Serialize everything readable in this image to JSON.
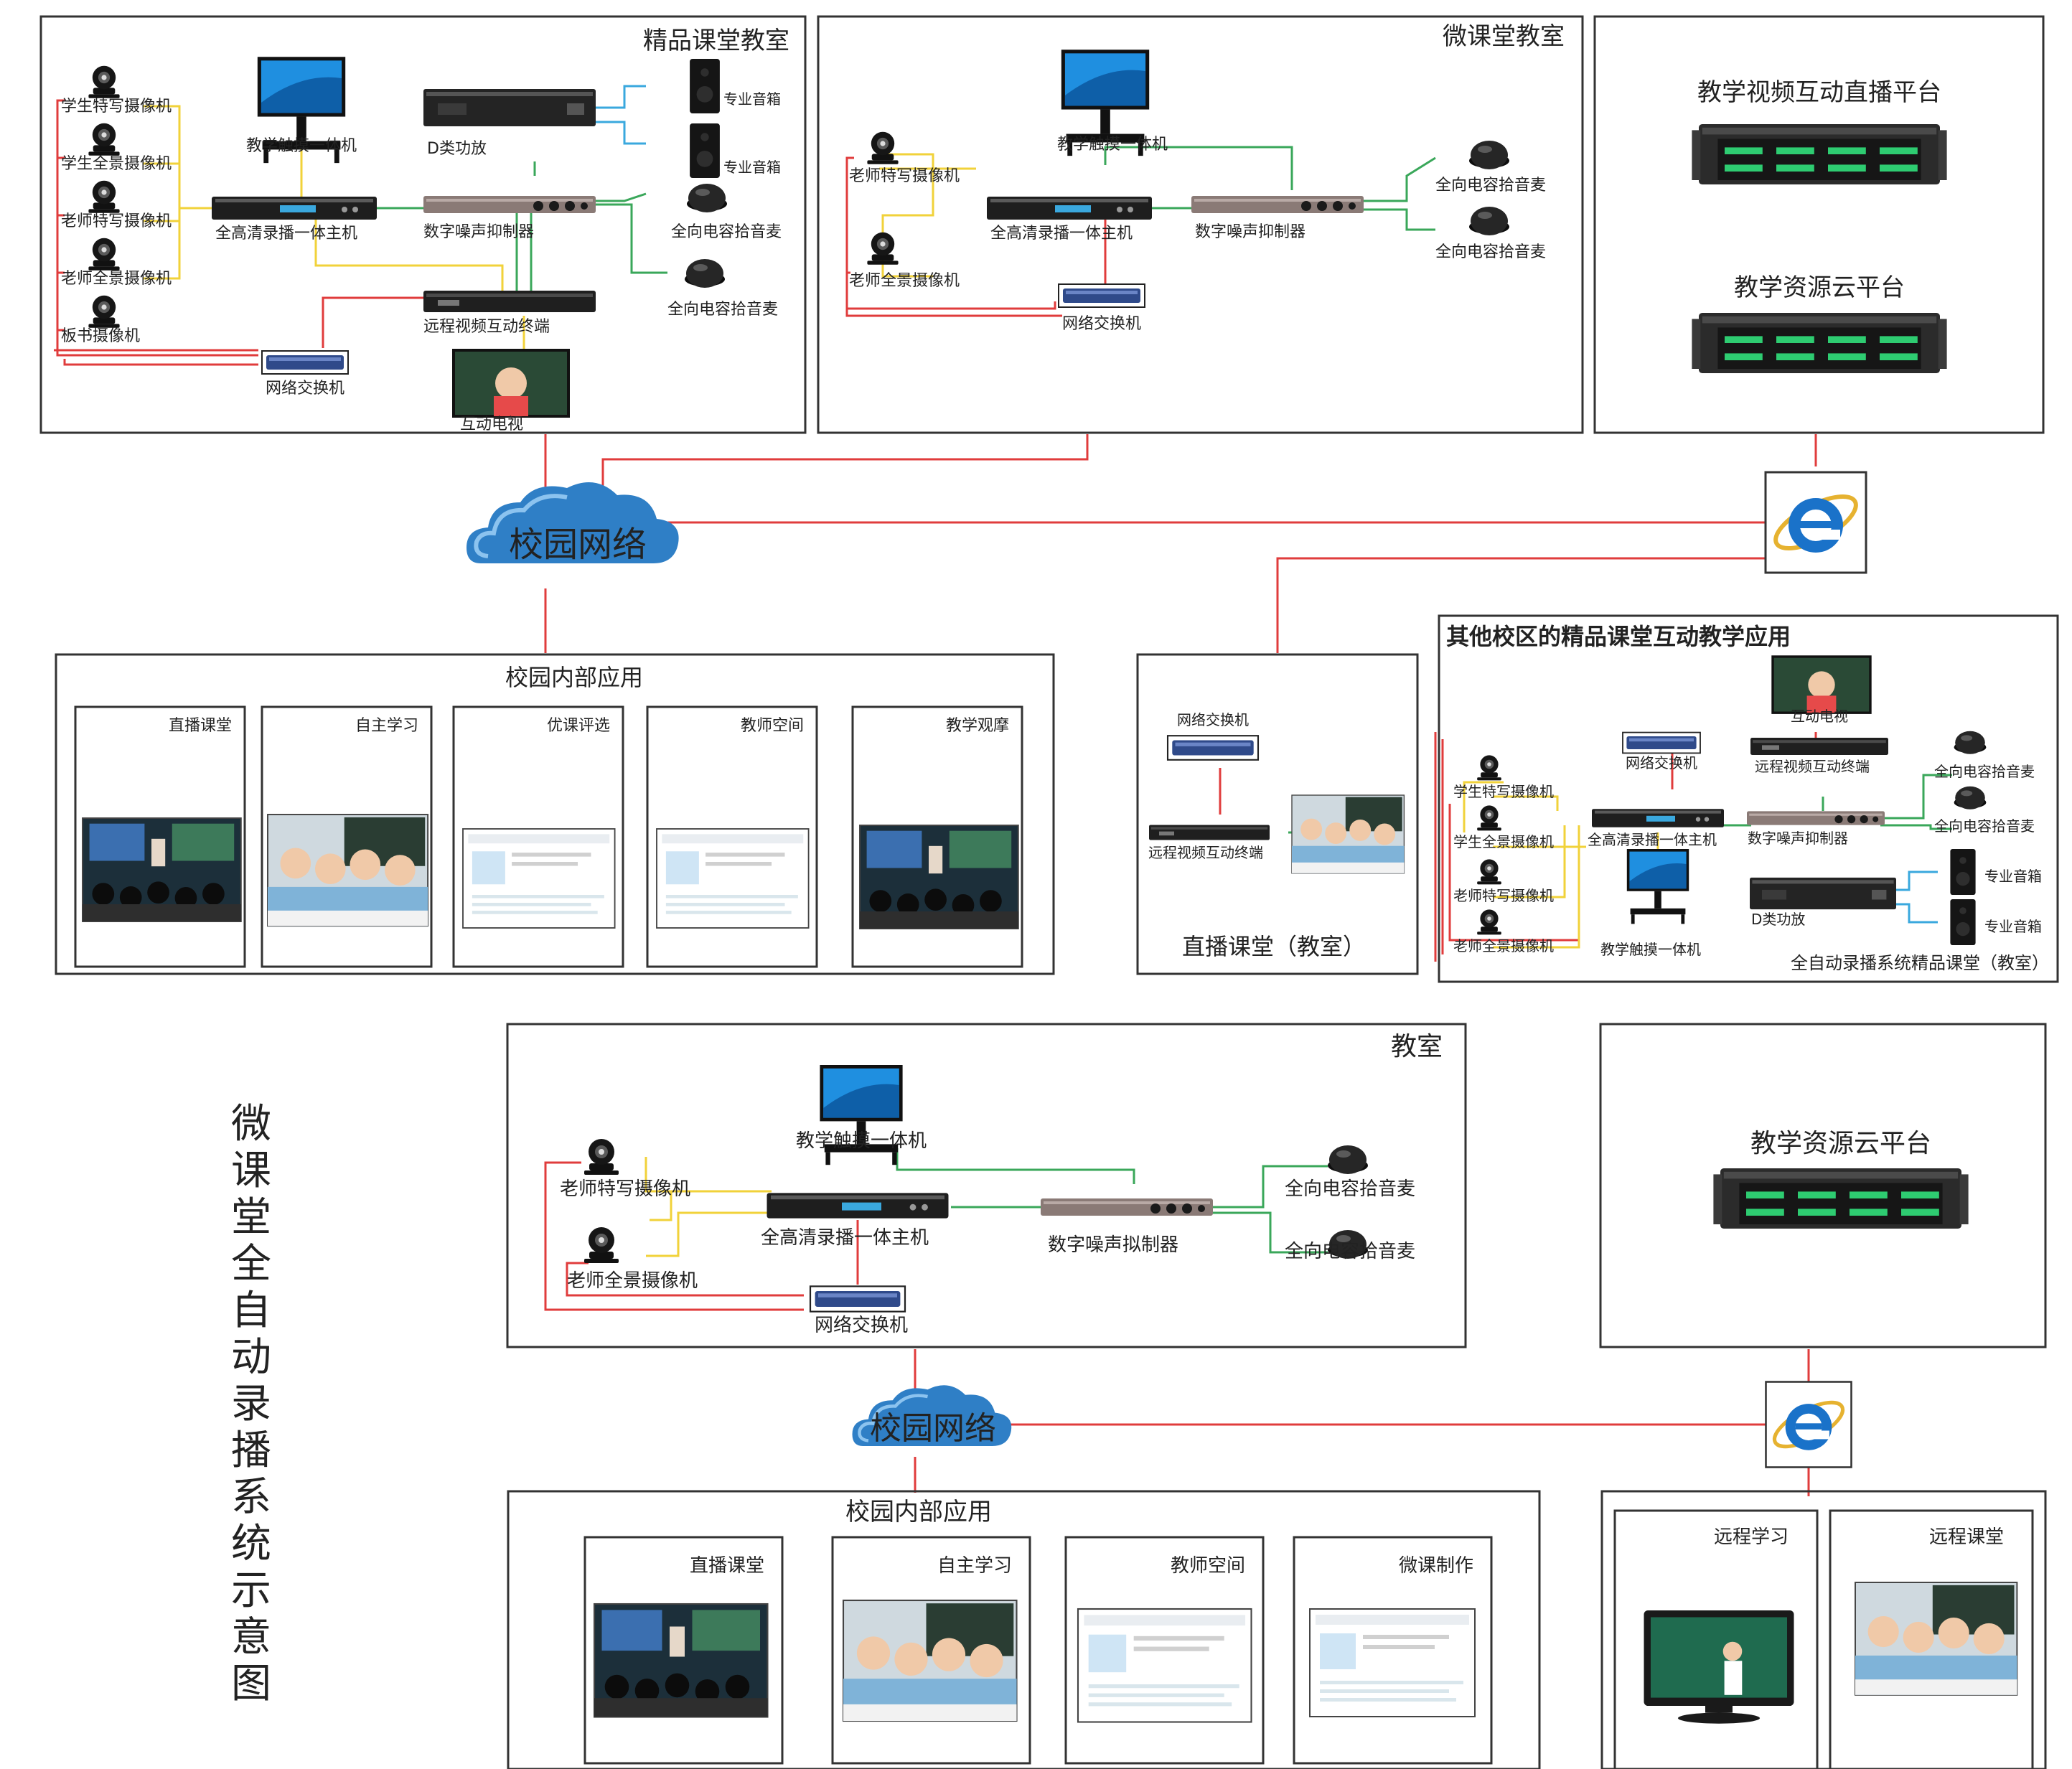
{
  "vertical_title": [
    "微",
    "课",
    "堂",
    "全",
    "自",
    "动",
    "录",
    "播",
    "系",
    "统",
    "示",
    "意",
    "图"
  ],
  "top": {
    "premium_classroom": {
      "title": "精品课堂教室",
      "cameras": [
        "学生特写摄像机",
        "学生全景摄像机",
        "老师特写摄像机",
        "老师全景摄像机",
        "板书摄像机"
      ],
      "touch_all_in_one": "教学触摸一体机",
      "amplifier": "D类功放",
      "speaker_1": "专业音箱",
      "speaker_2": "专业音箱",
      "recorder_host": "全高清录播一体主机",
      "noise_suppressor": "数字噪声抑制器",
      "mic_1": "全向电容拾音麦",
      "mic_2": "全向电容拾音麦",
      "remote_terminal": "远程视频互动终端",
      "switch": "网络交换机",
      "tv": "互动电视"
    },
    "micro_classroom": {
      "title": "微课堂教室",
      "touch_all_in_one": "教学触摸一体机",
      "camera_1": "老师特写摄像机",
      "camera_2": "老师全景摄像机",
      "recorder_host": "全高清录播一体主机",
      "noise_suppressor": "数字噪声抑制器",
      "mic_1": "全向电容拾音麦",
      "mic_2": "全向电容拾音麦",
      "switch": "网络交换机"
    },
    "platforms": {
      "live_platform": "教学视频互动直播平台",
      "cloud_platform": "教学资源云平台"
    },
    "campus_network": "校园网络",
    "internal_apps": {
      "title": "校园内部应用",
      "cards": [
        "直播课堂",
        "自主学习",
        "优课评选",
        "教师空间",
        "教学观摩"
      ]
    },
    "live_classroom": {
      "switch": "网络交换机",
      "terminal": "远程视频互动终端",
      "title": "直播课堂（教室）"
    },
    "other_campus": {
      "title": "其他校区的精品课堂互动教学应用",
      "tv": "互动电视",
      "switch": "网络交换机",
      "terminal": "远程视频互动终端",
      "cameras": [
        "学生特写摄像机",
        "学生全景摄像机",
        "老师特写摄像机",
        "老师全景摄像机"
      ],
      "recorder_host": "全高清录播一体主机",
      "noise_suppressor": "数字噪声抑制器",
      "mic_1": "全向电容拾音麦",
      "mic_2": "全向电容拾音麦",
      "speaker_1": "专业音箱",
      "speaker_2": "专业音箱",
      "amplifier": "D类功放",
      "touch_all_in_one": "教学触摸一体机",
      "footer": "全自动录播系统精品课堂（教室）"
    }
  },
  "bottom": {
    "classroom": {
      "title": "教室",
      "touch_all_in_one": "教学触摸一体机",
      "camera_1": "老师特写摄像机",
      "camera_2": "老师全景摄像机",
      "recorder_host": "全高清录播一体主机",
      "noise_suppressor": "数字噪声拟制器",
      "mic_1": "全向电容拾音麦",
      "mic_2": "全向电容拾音麦",
      "switch": "网络交换机"
    },
    "cloud_platform": "教学资源云平台",
    "campus_network": "校园网络",
    "internal_apps": {
      "title": "校园内部应用",
      "cards": [
        "直播课堂",
        "自主学习",
        "教师空间",
        "微课制作"
      ]
    },
    "remote": [
      "远程学习",
      "远程课堂"
    ]
  },
  "colors": {
    "network_line": "#e03c3c",
    "video_line": "#f1d23a",
    "audio_line": "#3aa75a",
    "speaker_line": "#3aa8de",
    "cloud": "#2f7fc6",
    "ie_blue": "#1a72c9",
    "ie_ring": "#e6b230"
  }
}
